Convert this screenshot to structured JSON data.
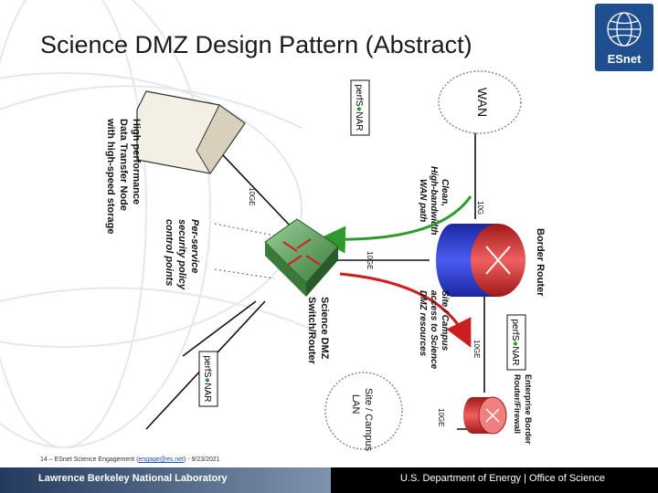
{
  "title": "Science DMZ Design Pattern (Abstract)",
  "logo": {
    "text": "ESnet"
  },
  "diagram": {
    "wan_label": "WAN",
    "perfsonar": [
      "perfS",
      "NAR"
    ],
    "dtn_label": [
      "High performance",
      "Data Transfer Node",
      "with high-speed storage"
    ],
    "clean_path_label": [
      "Clean,",
      "High-bandwidth",
      "WAN path"
    ],
    "border_router_label": "Border Router",
    "link_10ge": "10GE",
    "link_10g": "10G",
    "security_label": [
      "Per-service",
      "security policy",
      "control points"
    ],
    "switch_label": [
      "Science DMZ",
      "Switch/Router"
    ],
    "campus_access_label": [
      "Site / Campus",
      "access to Science",
      "DMZ resources"
    ],
    "enterprise_label": [
      "Enterprise Border",
      "Router/Firewall"
    ],
    "lan_label": [
      "Site / Campus",
      "LAN"
    ]
  },
  "footnote": {
    "prefix": "14 – ESnet Science Engagement (",
    "link": "engage@es.net",
    "suffix": ") - 9/23/2021"
  },
  "footer": {
    "left": "Lawrence Berkeley National Laboratory",
    "right": "U.S. Department of Energy | Office of Science"
  },
  "colors": {
    "footer_dark": "#243a5e",
    "logo_blue": "#1f4f8f",
    "router_blue": "#2f3fd0",
    "router_red": "#d93030",
    "switch_green": "#4a9a4a",
    "arrow_green": "#2e9a2e",
    "arrow_red": "#cc2020"
  }
}
